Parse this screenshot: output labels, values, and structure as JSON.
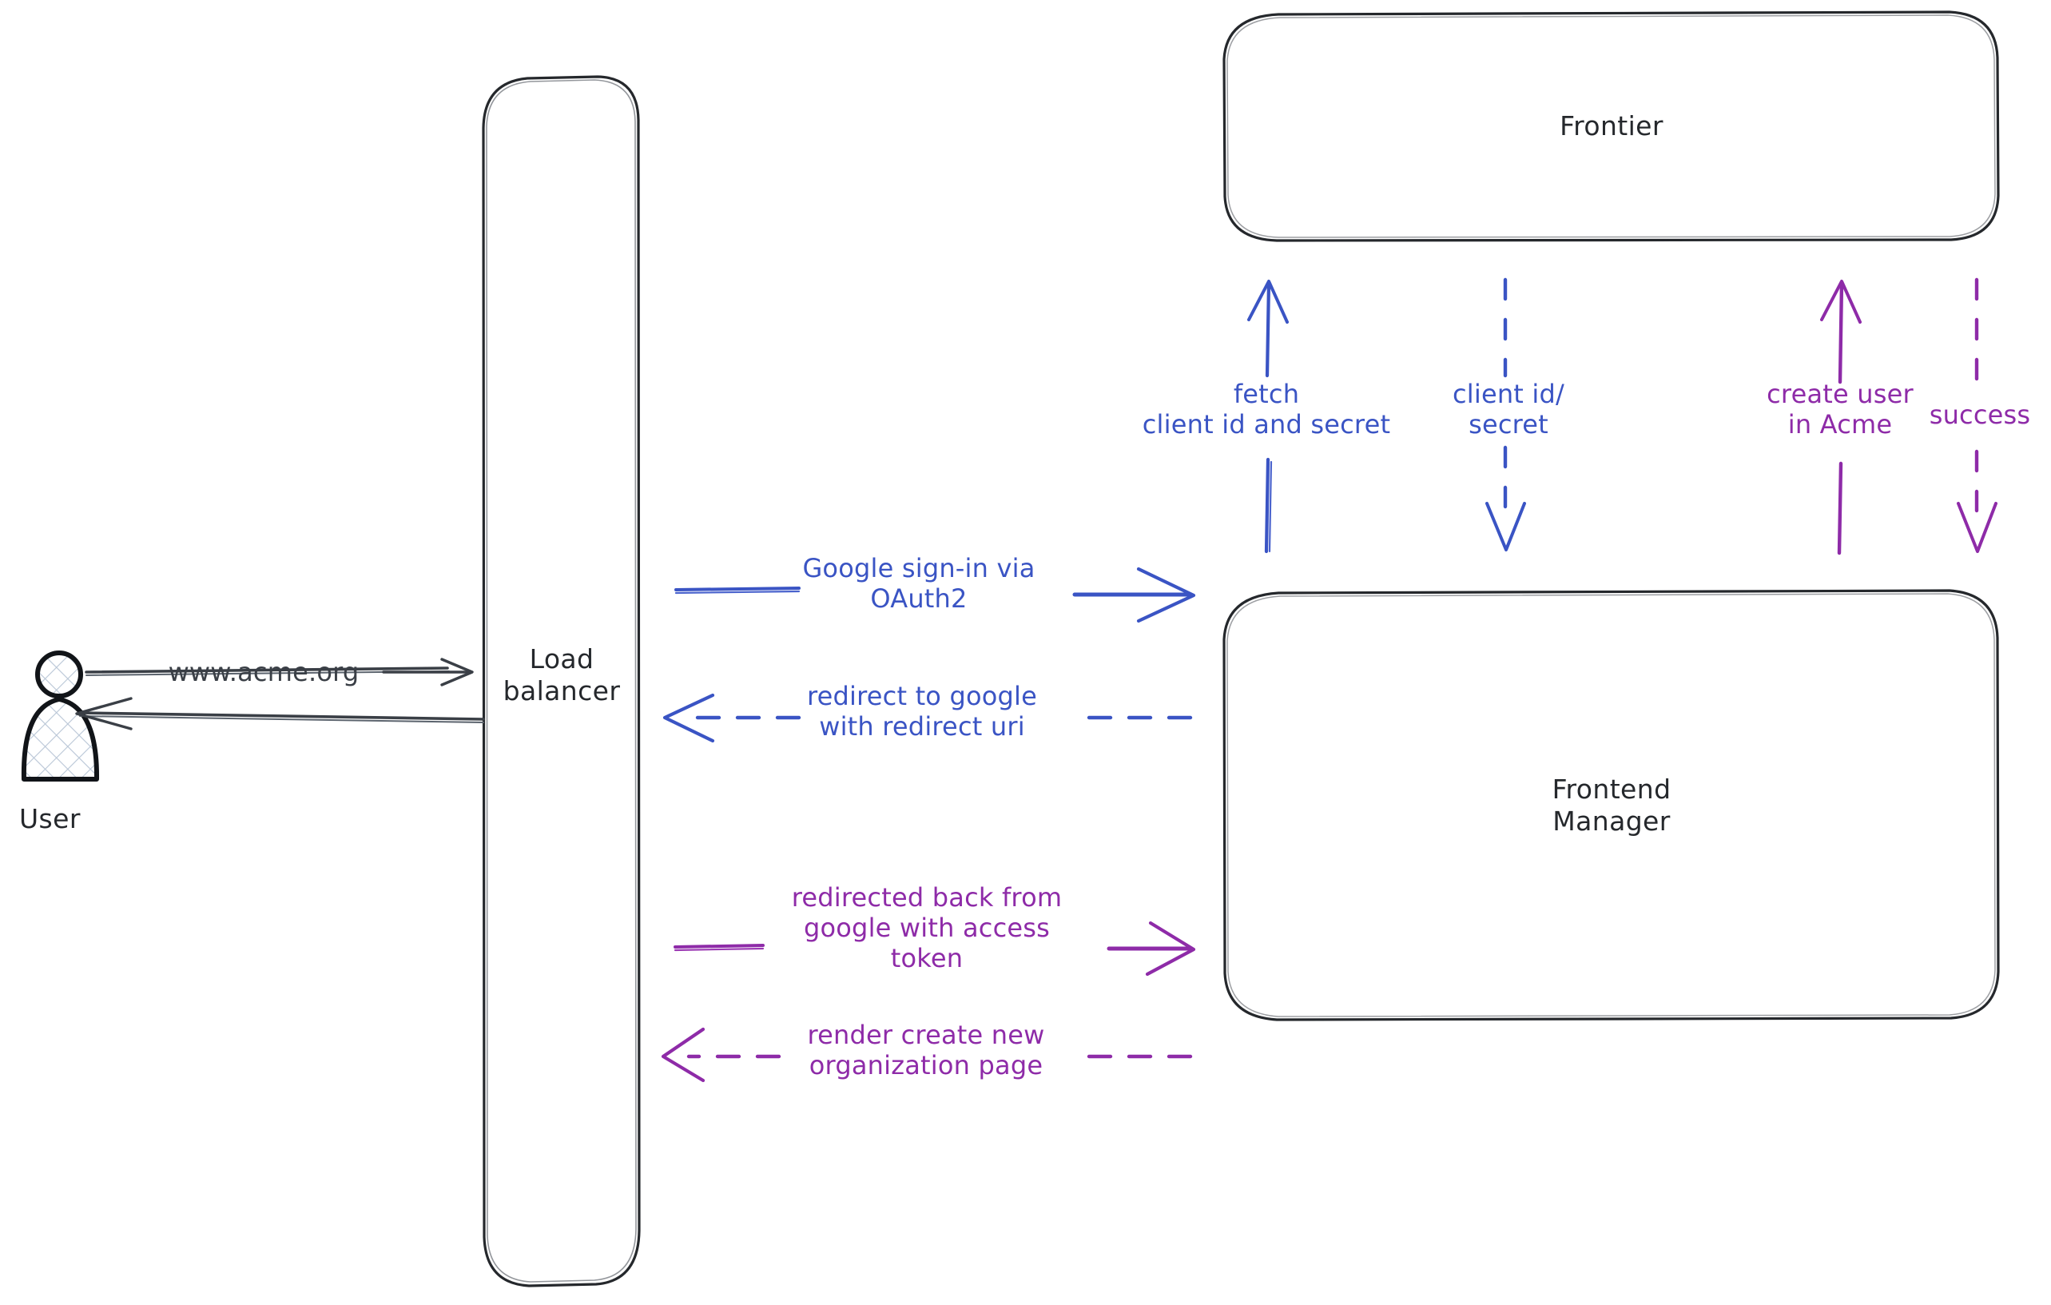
{
  "diagram": {
    "title": "Google OAuth2 sign-in sequence",
    "background": "#ffffff",
    "colors": {
      "stroke_dark": "#25282c",
      "blue": "#3a54c4",
      "purple": "#8e2ba8",
      "grey": "#3a3f46"
    }
  },
  "actors": {
    "user": {
      "caption": "User",
      "icon": "person-icon"
    }
  },
  "nodes": [
    {
      "id": "load-balancer",
      "label": "Load\nbalancer",
      "shape": "rounded-rect"
    },
    {
      "id": "frontier",
      "label": "Frontier",
      "shape": "rounded-rect"
    },
    {
      "id": "frontend-manager",
      "label": "Frontend\nManager",
      "shape": "rounded-rect"
    }
  ],
  "edges": [
    {
      "id": "user-to-lb",
      "label": "www.acme.org",
      "color": "grey",
      "style": "solid",
      "direction": "right",
      "from": "user",
      "to": "load-balancer"
    },
    {
      "id": "lb-to-user",
      "label": "",
      "color": "grey",
      "style": "solid",
      "direction": "left",
      "from": "load-balancer",
      "to": "user"
    },
    {
      "id": "lb-to-fm-signin",
      "label": "Google sign-in via\nOAuth2",
      "color": "blue",
      "style": "solid",
      "direction": "right",
      "from": "load-balancer",
      "to": "frontend-manager"
    },
    {
      "id": "fm-to-lb-redirect",
      "label": "redirect to google\nwith redirect uri",
      "color": "blue",
      "style": "dashed",
      "direction": "left",
      "from": "frontend-manager",
      "to": "load-balancer"
    },
    {
      "id": "lb-to-fm-token",
      "label": "redirected back from\ngoogle with access\ntoken",
      "color": "purple",
      "style": "solid",
      "direction": "right",
      "from": "load-balancer",
      "to": "frontend-manager"
    },
    {
      "id": "fm-to-lb-render",
      "label": "render create new\norganization page",
      "color": "purple",
      "style": "dashed",
      "direction": "left",
      "from": "frontend-manager",
      "to": "load-balancer"
    },
    {
      "id": "fm-to-frontier-fetch",
      "label": "fetch\nclient id and secret",
      "color": "blue",
      "style": "solid",
      "direction": "up",
      "from": "frontend-manager",
      "to": "frontier"
    },
    {
      "id": "frontier-to-fm-creds",
      "label": "client id/\nsecret",
      "color": "blue",
      "style": "dashed",
      "direction": "down",
      "from": "frontier",
      "to": "frontend-manager"
    },
    {
      "id": "fm-to-frontier-create-user",
      "label": "create user\nin Acme",
      "color": "purple",
      "style": "solid",
      "direction": "up",
      "from": "frontend-manager",
      "to": "frontier"
    },
    {
      "id": "frontier-to-fm-success",
      "label": "success",
      "color": "purple",
      "style": "dashed",
      "direction": "down",
      "from": "frontier",
      "to": "frontend-manager"
    }
  ]
}
